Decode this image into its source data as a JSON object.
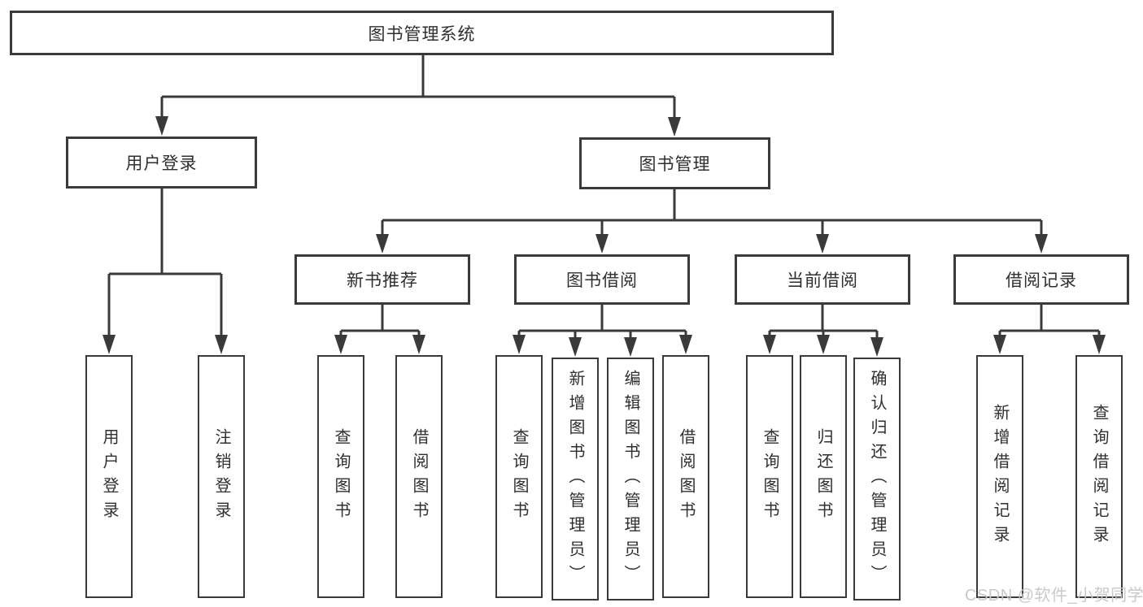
{
  "diagram": {
    "title": "图书管理系统",
    "root": {
      "label": "图书管理系统"
    },
    "branches": {
      "userLogin": {
        "label": "用户登录",
        "children": {
          "login": "用户登录",
          "logout": "注销登录"
        }
      },
      "bookMgmt": {
        "label": "图书管理",
        "sections": {
          "newBookRec": {
            "label": "新书推荐",
            "children": {
              "queryBook": "查询图书",
              "borrowBook": "借阅图书"
            }
          },
          "bookBorrow": {
            "label": "图书借阅",
            "children": {
              "queryBook": "查询图书",
              "addBook": "新增图书（管理员）",
              "editBook": "编辑图书（管理员）",
              "borrowBook": "借阅图书"
            }
          },
          "currentBorrow": {
            "label": "当前借阅",
            "children": {
              "queryBook": "查询图书",
              "returnBook": "归还图书",
              "confirmReturn": "确认归还（管理员）"
            }
          },
          "borrowRecord": {
            "label": "借阅记录",
            "children": {
              "addRecord": "新增借阅记录",
              "queryRecord": "查询借阅记录"
            }
          }
        }
      }
    }
  },
  "watermark": {
    "text": "CSDN @软件_小贺同学",
    "color": "#c6c6c6"
  },
  "colors": {
    "line": "#3a3a3a",
    "box_border": "#3a3a3a",
    "box_background": "#ffffff",
    "page_background": "#ffffff",
    "text": "#2f2f2f"
  }
}
